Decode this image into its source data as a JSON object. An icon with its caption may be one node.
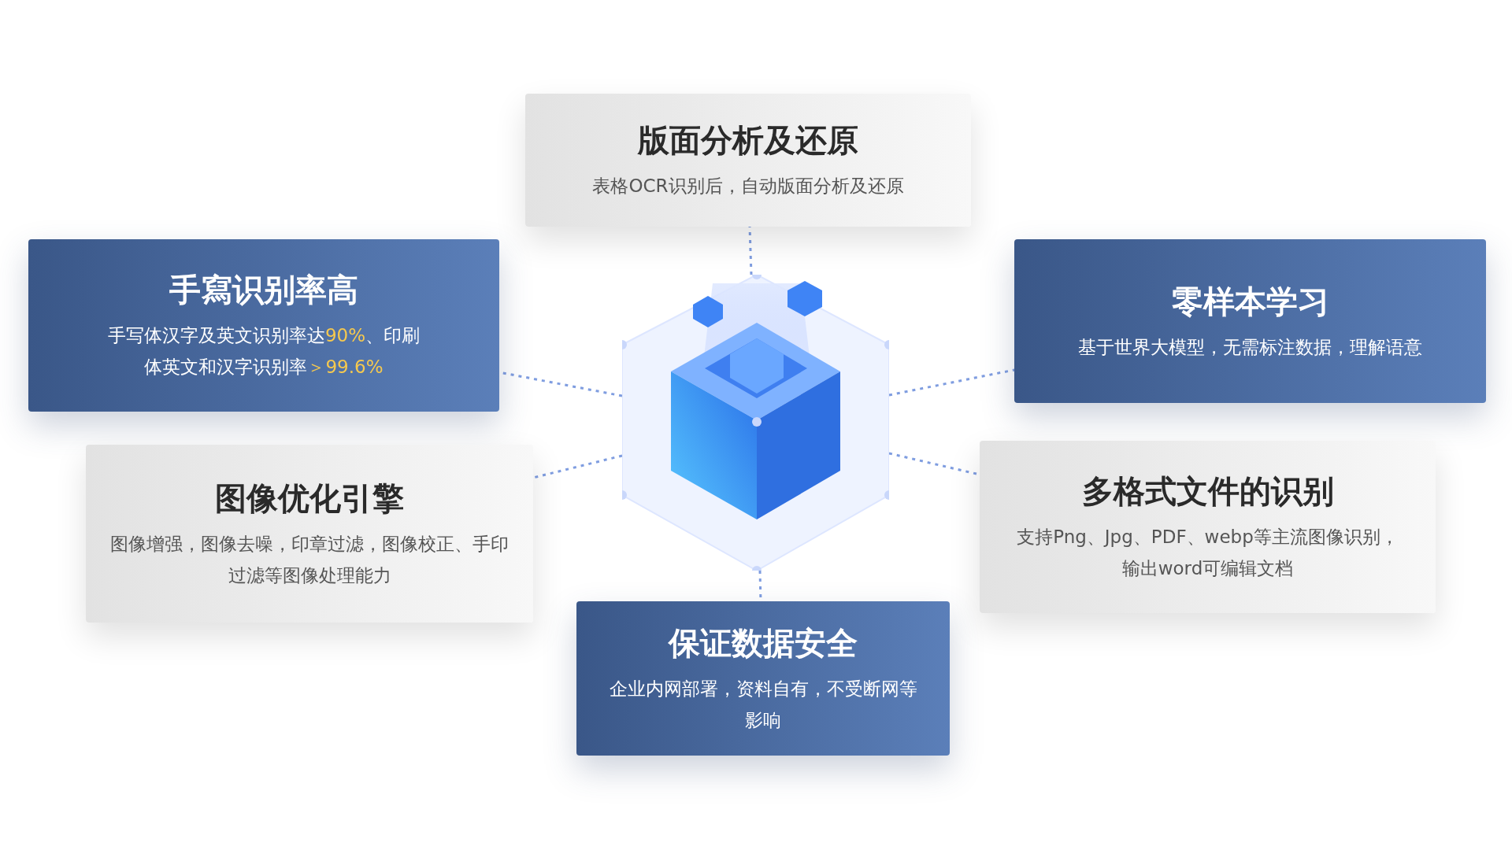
{
  "diagram": {
    "nodes": [
      {
        "text": [
          "版面分析及还原",
          "表格OCR识别后，自动版面分析及还原"
        ]
      },
      {
        "text": [
          "手寫识别率高",
          "手写体汉字及英文识别率达**90%**、印刷体英文和汉字识别率**＞99.6%**"
        ]
      },
      {
        "text": [
          "零样本学习",
          "基于世界大模型，无需标注数据，理解语意"
        ]
      },
      {
        "text": [
          "图像优化引擎",
          "图像增强，图像去噪，印章过滤，图像校正、手印过滤等图像处理能力"
        ]
      },
      {
        "text": [
          "多格式文件的识别",
          "支持Png、Jpg、PDF、webp等主流图像识别，输出word可编辑文档"
        ]
      },
      {
        "text": [
          "保证数据安全",
          "企业内网部署，资料自有，不受断网等影响"
        ]
      },
      {
        "text": [],
        "shape": "picture"
      }
    ],
    "edges": [
      {
        "from": 6,
        "to": 0,
        "arrow": "none",
        "style": "dashed"
      },
      {
        "from": 6,
        "to": 1,
        "arrow": "none",
        "style": "dashed"
      },
      {
        "from": 6,
        "to": 2,
        "arrow": "none",
        "style": "dashed"
      },
      {
        "from": 6,
        "to": 3,
        "arrow": "none",
        "style": "dashed"
      },
      {
        "from": 6,
        "to": 4,
        "arrow": "none",
        "style": "dashed"
      },
      {
        "from": 6,
        "to": 5,
        "arrow": "none",
        "style": "dashed"
      }
    ]
  }
}
